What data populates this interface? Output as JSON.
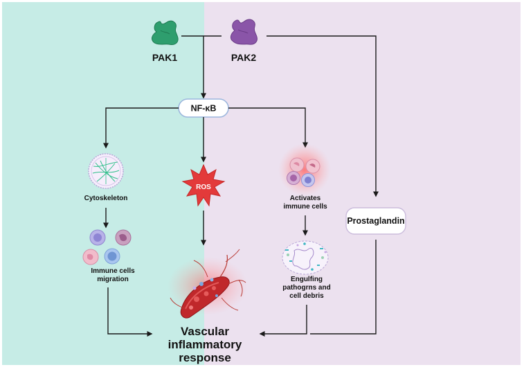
{
  "colors": {
    "left_panel": "#c6ece6",
    "right_panel": "#ece1ef",
    "pak1": "#2e9e6e",
    "pak2": "#8a55a8",
    "nfkb_border": "#9bb6dd",
    "ros": "#e33a3a"
  },
  "nodes": {
    "pak1": "PAK1",
    "pak2": "PAK2",
    "nfkb": "NF-κB",
    "ros": "ROS",
    "cytoskeleton": "Cytoskeleton",
    "immune_migration": [
      "Immune cells",
      "migration"
    ],
    "activates_immune": [
      "Activates",
      "immune cells"
    ],
    "engulfing": [
      "Engulfing",
      "pathogrns and",
      "cell debris"
    ],
    "prostaglandin": "Prostaglandin",
    "vascular": [
      "Vascular",
      "inflammatory",
      "response"
    ]
  },
  "icons": {
    "pak1": "kinase-protein-icon",
    "pak2": "kinase-protein-icon",
    "cytoskeleton": "cell-cytoskeleton-icon",
    "immune_cells": "immune-cells-icon",
    "activated_cells": "activated-immune-cells-icon",
    "debris": "pathogen-debris-icon",
    "vessel": "inflamed-blood-vessel-icon",
    "ros": "starburst-icon"
  }
}
